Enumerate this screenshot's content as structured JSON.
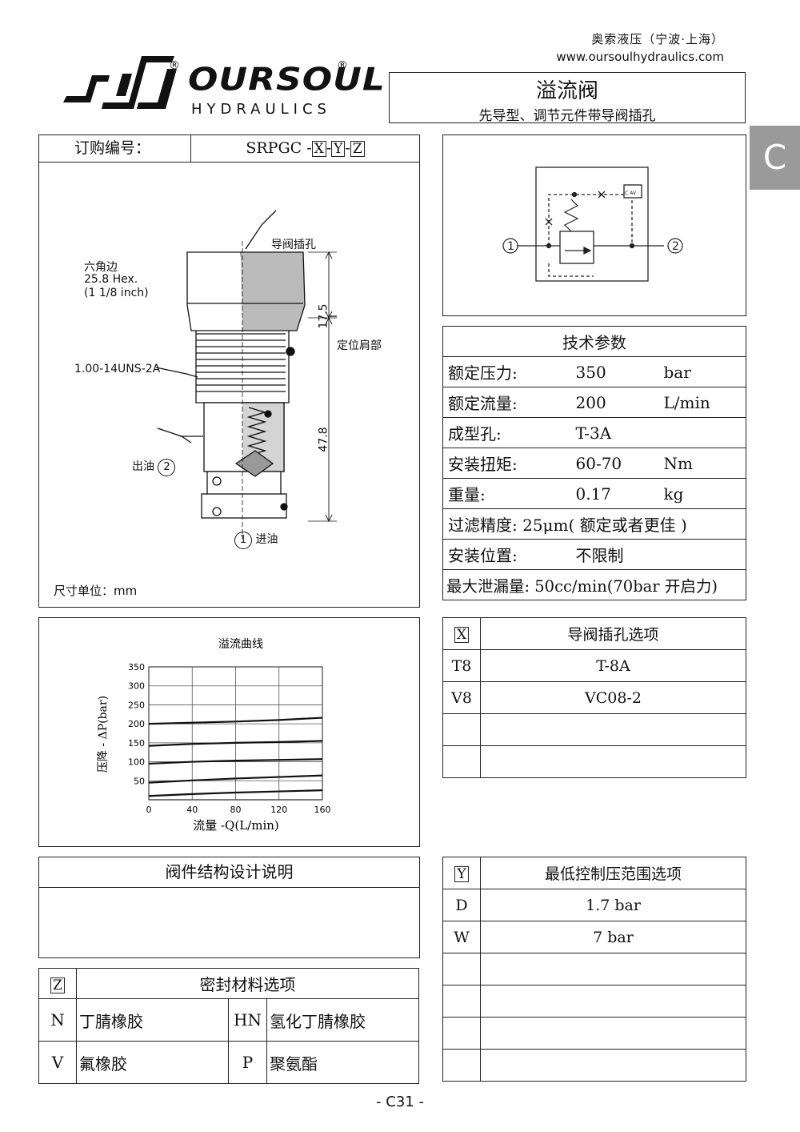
{
  "header": {
    "company": "奥索液压（宁波·上海）",
    "website": "www.oursoulhydraulics.com",
    "brand": "OURSOUL",
    "brand_sub": "HYDRAULICS",
    "title": "溢流阀",
    "subtitle": "先导型、调节元件带导阀插孔",
    "section_tab": "C"
  },
  "order": {
    "label": "订购编号：",
    "code_prefix": "SRPGC",
    "code_sep": "-",
    "x": "X",
    "y": "Y",
    "z": "Z"
  },
  "drawing": {
    "pilot_port": "导阀插孔",
    "hex_label": "六角边",
    "hex_size": "25.8 Hex.",
    "hex_inch": "(1 1/8 inch)",
    "thread": "1.00-14UNS-2A",
    "outlet": "出油",
    "outlet_num": "2",
    "inlet": "进油",
    "inlet_num": "1",
    "shoulder": "定位肩部",
    "dim_top": "17.5",
    "dim_bottom": "47.8",
    "unit_note": "尺寸单位：mm"
  },
  "symbol": {
    "port1": "1",
    "port2": "2",
    "cav_label": "C AV"
  },
  "spec": {
    "title": "技术参数",
    "rows": [
      {
        "label": "额定压力:",
        "value": "350",
        "unit": "bar"
      },
      {
        "label": "额定流量:",
        "value": "200",
        "unit": "L/min"
      },
      {
        "label": "成型孔:",
        "value": "T-3A",
        "unit": ""
      },
      {
        "label": "安装扭矩:",
        "value": "60-70",
        "unit": "Nm"
      },
      {
        "label": "重量:",
        "value": "0.17",
        "unit": "kg"
      }
    ],
    "filter": "过滤精度:  25μm( 额定或者更佳 )",
    "mount_label": "安装位置:",
    "mount_value": "不限制",
    "leak": "最大泄漏量: 50cc/min(70bar 开启力)"
  },
  "x_options": {
    "key": "X",
    "title": "导阀插孔选项",
    "rows": [
      {
        "code": "T8",
        "desc": "T-8A"
      },
      {
        "code": "V8",
        "desc": "VC08-2"
      },
      {
        "code": "",
        "desc": ""
      },
      {
        "code": "",
        "desc": ""
      }
    ]
  },
  "y_options": {
    "key": "Y",
    "title": "最低控制压范围选项",
    "rows": [
      {
        "code": "D",
        "desc": "1.7 bar"
      },
      {
        "code": "W",
        "desc": "7 bar"
      },
      {
        "code": "",
        "desc": ""
      },
      {
        "code": "",
        "desc": ""
      },
      {
        "code": "",
        "desc": ""
      },
      {
        "code": "",
        "desc": ""
      }
    ]
  },
  "z_options": {
    "key": "Z",
    "title": "密封材料选项",
    "rows": [
      {
        "c1": "N",
        "d1": "丁腈橡胶",
        "c2": "HN",
        "d2": "氢化丁腈橡胶"
      },
      {
        "c1": "V",
        "d1": "氟橡胶",
        "c2": "P",
        "d2": "聚氨酯"
      }
    ]
  },
  "design": {
    "title": "阀件结构设计说明"
  },
  "chart_data": {
    "type": "line",
    "title": "溢流曲线",
    "xlabel": "流量 -Q(L/min)",
    "ylabel": "压降 - ΔP(bar)",
    "xlim": [
      0,
      160
    ],
    "ylim": [
      0,
      350
    ],
    "xticks": [
      0,
      40,
      80,
      120,
      160
    ],
    "yticks": [
      50,
      100,
      150,
      200,
      250,
      300,
      350
    ],
    "grid": true,
    "x": [
      0,
      40,
      80,
      120,
      160
    ],
    "series": [
      {
        "values": [
          200,
          203,
          206,
          210,
          216
        ]
      },
      {
        "values": [
          142,
          147,
          150,
          152,
          155
        ]
      },
      {
        "values": [
          95,
          100,
          103,
          105,
          107
        ]
      },
      {
        "values": [
          45,
          51,
          56,
          60,
          64
        ]
      },
      {
        "values": [
          10,
          15,
          19,
          22,
          25
        ]
      }
    ]
  },
  "footer": {
    "page": "- C31 -"
  }
}
